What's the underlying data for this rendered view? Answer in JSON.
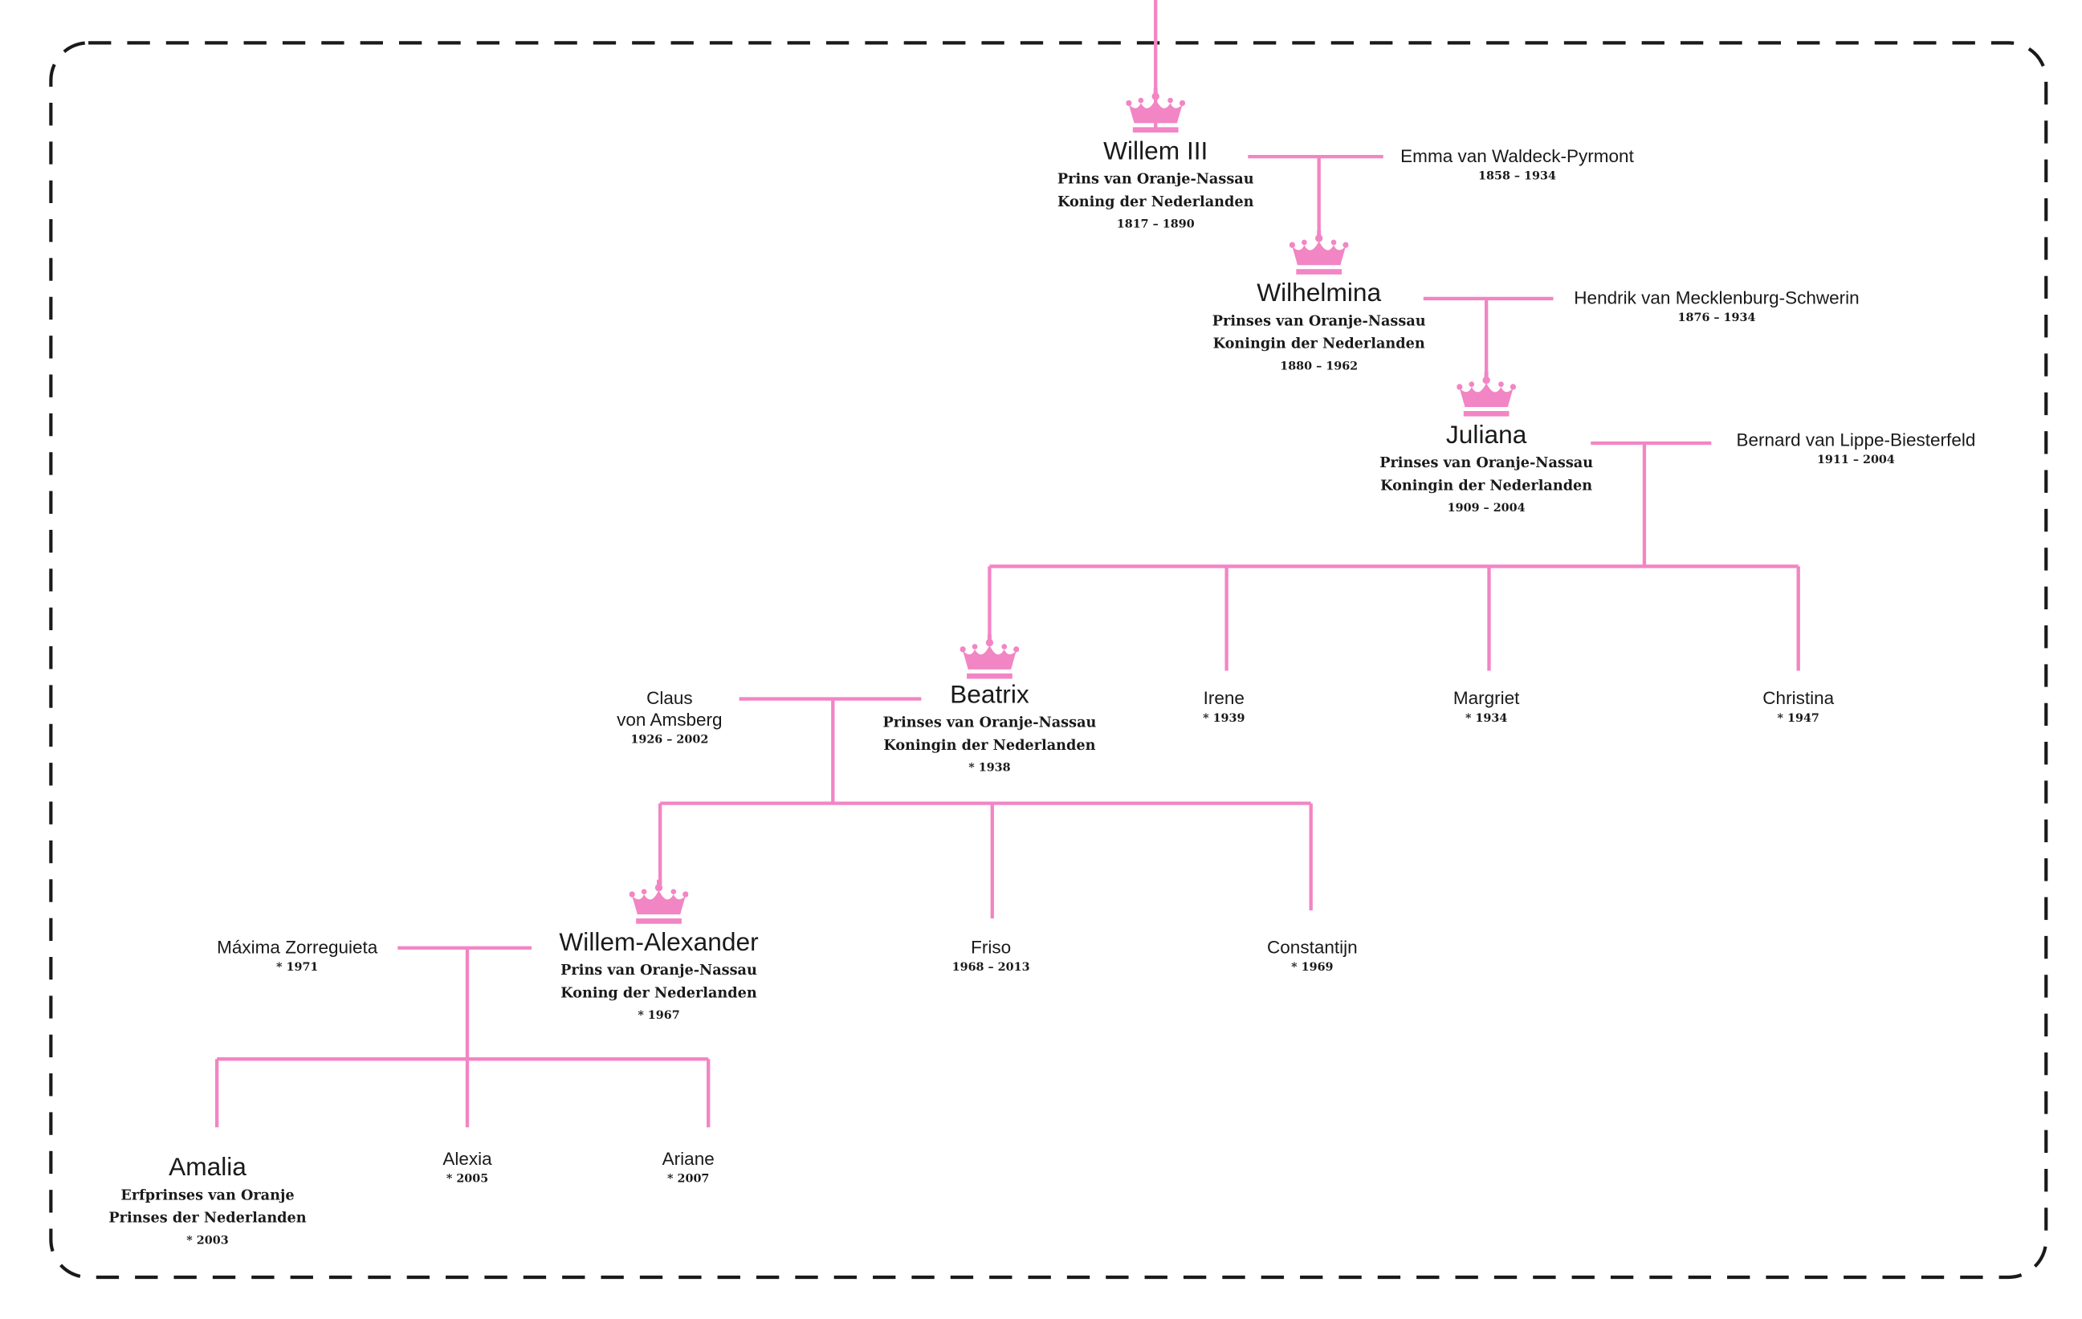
{
  "colors": {
    "line": "#f285c4",
    "crown": "#f285c4",
    "frame": "#1a1a1a",
    "text": "#1a1a1a"
  },
  "people": {
    "willem3": {
      "name": "Willem III",
      "title1": "Prins van Oranje-Nassau",
      "title2": "Koning der Nederlanden",
      "years": "1817 – 1890",
      "crown": "crown-icon"
    },
    "emma": {
      "name": "Emma van Waldeck-Pyrmont",
      "years": "1858 – 1934"
    },
    "wilhelmina": {
      "name": "Wilhelmina",
      "title1": "Prinses van Oranje-Nassau",
      "title2": "Koningin der Nederlanden",
      "years": "1880 – 1962",
      "crown": "crown-icon"
    },
    "hendrik": {
      "name": "Hendrik van Mecklenburg-Schwerin",
      "years": "1876 – 1934"
    },
    "juliana": {
      "name": "Juliana",
      "title1": "Prinses van Oranje-Nassau",
      "title2": "Koningin der Nederlanden",
      "years": "1909 – 2004",
      "crown": "crown-icon"
    },
    "bernard": {
      "name": "Bernard van Lippe-Biesterfeld",
      "years": "1911 – 2004"
    },
    "beatrix": {
      "name": "Beatrix",
      "title1": "Prinses van Oranje-Nassau",
      "title2": "Koningin der Nederlanden",
      "years": "* 1938",
      "crown": "crown-icon"
    },
    "claus": {
      "name1": "Claus",
      "name2": "von Amsberg",
      "years": "1926 – 2002"
    },
    "irene": {
      "name": "Irene",
      "years": "* 1939"
    },
    "margriet": {
      "name": "Margriet",
      "years": "* 1934"
    },
    "christina": {
      "name": "Christina",
      "years": "* 1947"
    },
    "willemAlexander": {
      "name": "Willem-Alexander",
      "title1": "Prins van Oranje-Nassau",
      "title2": "Koning der Nederlanden",
      "years": "* 1967",
      "crown": "crown-icon"
    },
    "maxima": {
      "name": "Máxima Zorreguieta",
      "years": "* 1971"
    },
    "friso": {
      "name": "Friso",
      "years": "1968 – 2013"
    },
    "constantijn": {
      "name": "Constantijn",
      "years": "* 1969"
    },
    "amalia": {
      "name": "Amalia",
      "title1": "Erfprinses van Oranje",
      "title2": "Prinses der Nederlanden",
      "years": "* 2003"
    },
    "alexia": {
      "name": "Alexia",
      "years": "* 2005"
    },
    "ariane": {
      "name": "Ariane",
      "years": "* 2007"
    }
  }
}
